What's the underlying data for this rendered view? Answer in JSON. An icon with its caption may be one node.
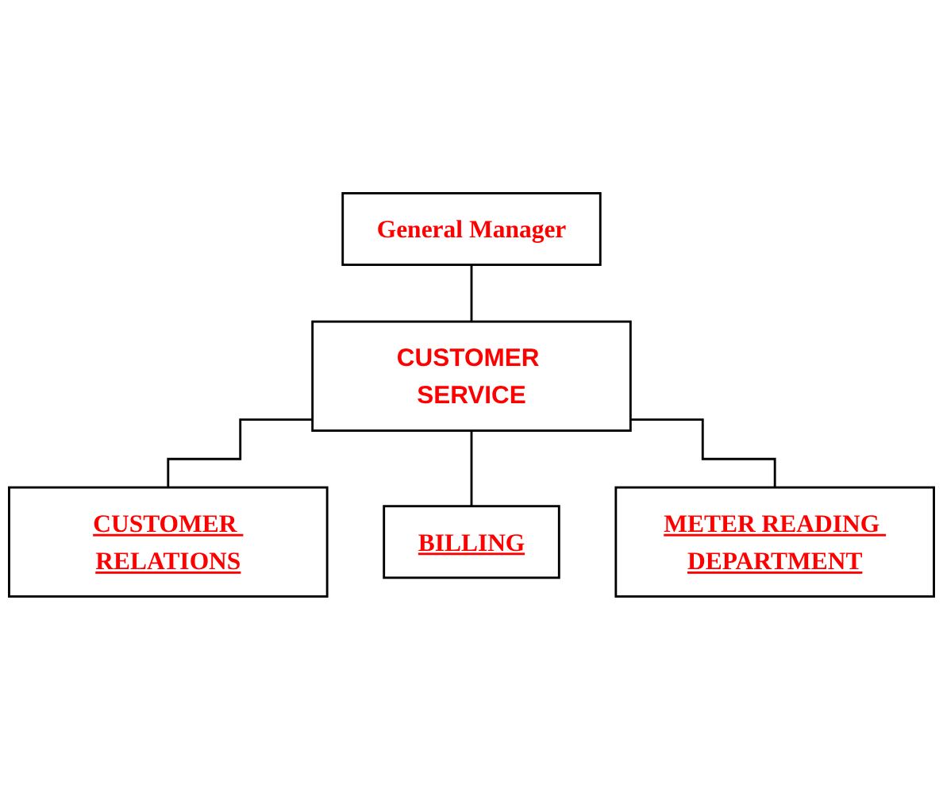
{
  "diagram": {
    "nodes": [
      {
        "text": [
          "General Manager"
        ]
      },
      {
        "text": [
          "CUSTOMER SERVICE"
        ]
      },
      {
        "text": [
          "CUSTOMER RELATIONS"
        ]
      },
      {
        "text": [
          "BILLING"
        ]
      },
      {
        "text": [
          "METER READING DEPARTMENT"
        ]
      }
    ],
    "edges": [
      {
        "from": 0,
        "to": 1,
        "arrow": "none"
      },
      {
        "from": 1,
        "to": 2,
        "arrow": "none"
      },
      {
        "from": 1,
        "to": 3,
        "arrow": "none"
      },
      {
        "from": 1,
        "to": 4,
        "arrow": "none"
      }
    ]
  }
}
